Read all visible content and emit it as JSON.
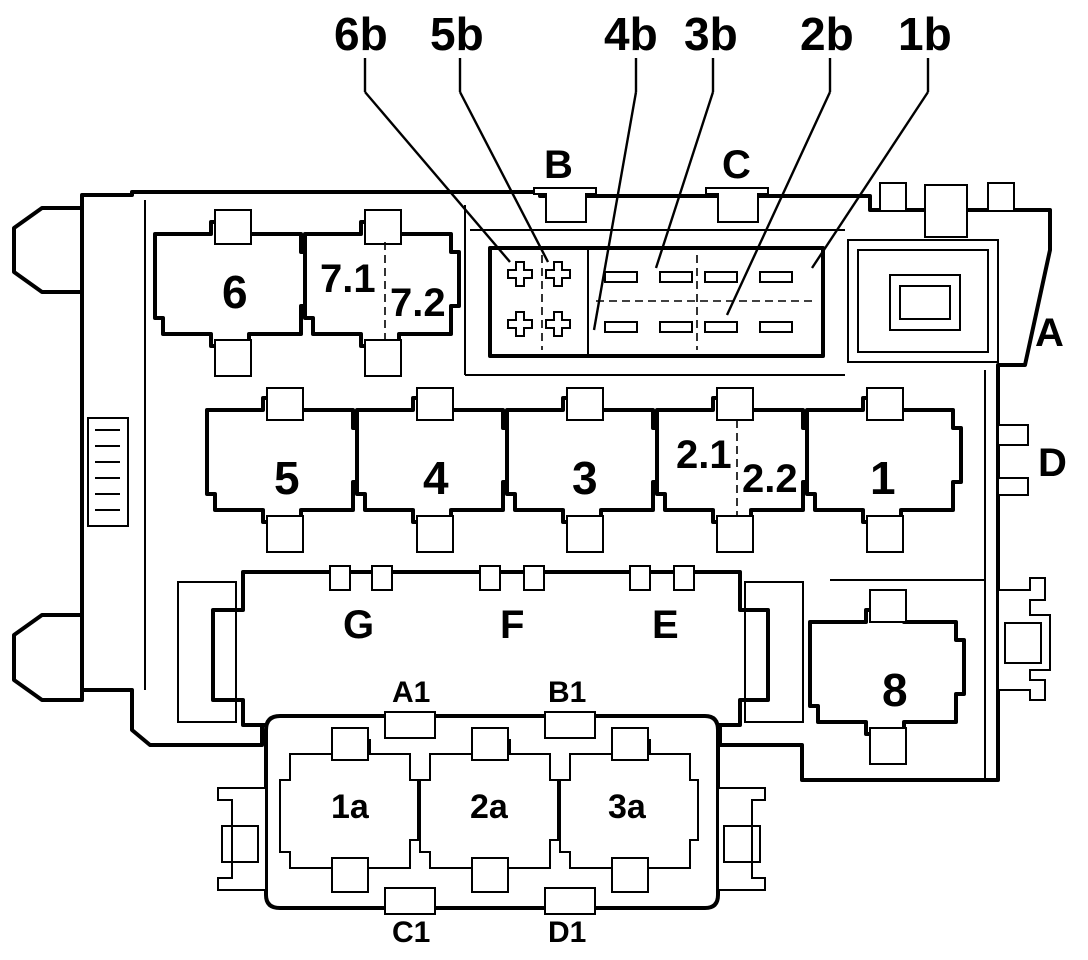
{
  "callouts": {
    "6b": "6b",
    "5b": "5b",
    "4b": "4b",
    "3b": "3b",
    "2b": "2b",
    "1b": "1b",
    "B": "B",
    "C": "C",
    "A": "A",
    "D": "D",
    "G": "G",
    "F": "F",
    "E": "E",
    "A1": "A1",
    "B1": "B1",
    "C1": "C1",
    "D1": "D1"
  },
  "relays": {
    "r6": "6",
    "r7_1": "7.1",
    "r7_2": "7.2",
    "r5": "5",
    "r4": "4",
    "r3": "3",
    "r2_1": "2.1",
    "r2_2": "2.2",
    "r1": "1",
    "r8": "8",
    "r1a": "1a",
    "r2a": "2a",
    "r3a": "3a"
  }
}
